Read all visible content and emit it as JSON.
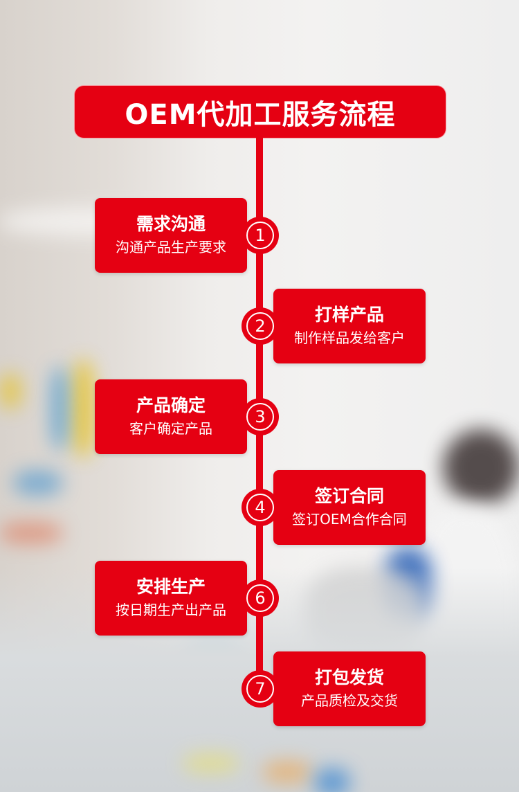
{
  "header": {
    "title": "OEM代加工服务流程"
  },
  "colors": {
    "accent": "#e50012",
    "text_on_accent": "#ffffff"
  },
  "steps": [
    {
      "number": "1",
      "title": "需求沟通",
      "subtitle": "沟通产品生产要求",
      "side": "left"
    },
    {
      "number": "2",
      "title": "打样产品",
      "subtitle": "制作样品发给客户",
      "side": "right"
    },
    {
      "number": "3",
      "title": "产品确定",
      "subtitle": "客户确定产品",
      "side": "left"
    },
    {
      "number": "4",
      "title": "签订合同",
      "subtitle": "签订OEM合作合同",
      "side": "right"
    },
    {
      "number": "6",
      "title": "安排生产",
      "subtitle": "按日期生产出产品",
      "side": "left"
    },
    {
      "number": "7",
      "title": "打包发货",
      "subtitle": "产品质检及交货",
      "side": "right"
    }
  ]
}
